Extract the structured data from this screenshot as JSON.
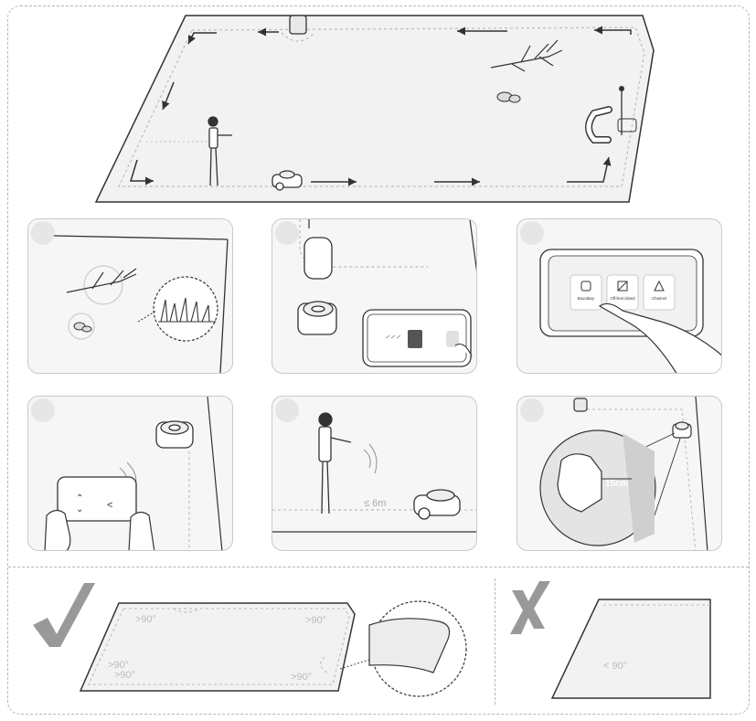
{
  "app_screen": {
    "buttons": [
      {
        "label": "Boundary",
        "icon": "boundary-icon"
      },
      {
        "label": "Off-limit island",
        "icon": "off-limit-island-icon"
      },
      {
        "label": "Channel",
        "icon": "channel-warning-icon"
      }
    ]
  },
  "remote_panel": {
    "distance": "≤ 6m"
  },
  "edge_panel": {
    "distance": "15cm"
  },
  "angles": {
    "good": [
      ">90°",
      ">90°",
      ">90°",
      ">90°",
      ">90°"
    ],
    "bad": [
      "< 90°"
    ]
  },
  "colors": {
    "line": "#333333",
    "lawn": "#f2f2f2",
    "dashed": "#bdbdbd"
  }
}
